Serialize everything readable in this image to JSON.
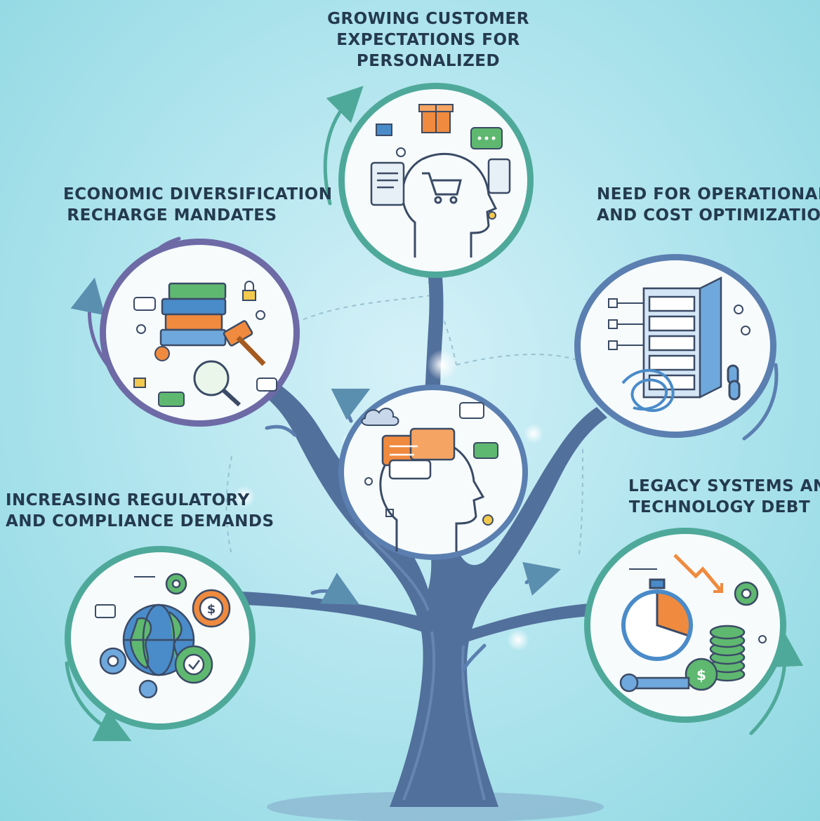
{
  "labels": {
    "customer": [
      "GROWING CUSTOMER",
      "EXPECTATIONS FOR",
      "PERSONALIZED"
    ],
    "economic": [
      "ECONOMIC DIVERSIFICATION",
      "RECHARGE MANDATES"
    ],
    "operational": [
      "NEED FOR OPERATIONAL",
      "AND COST OPTIMIZATION"
    ],
    "regulatory": [
      "INCREASING REGULATORY",
      "AND COMPLIANCE DEMANDS"
    ],
    "legacy": [
      "LEGACY SYSTEMS AND",
      "TECHNOLOGY DEBT"
    ]
  },
  "icons": {
    "customer": [
      "head-profile-icon",
      "shopping-cart-icon",
      "gift-icon",
      "chat-bubble-icon",
      "tablet-icon",
      "smartphone-icon"
    ],
    "economic": [
      "books-icon",
      "gavel-icon",
      "magnifier-icon",
      "padlock-icon",
      "chat-bubble-icon"
    ],
    "operational": [
      "server-rack-icon",
      "knot-icon",
      "chain-link-icon"
    ],
    "center": [
      "head-profile-icon",
      "speech-bubbles-icon",
      "cloud-icon",
      "chat-bubble-icon"
    ],
    "regulatory": [
      "globe-icon",
      "gear-icon",
      "dollar-gear-icon",
      "checkmark-gear-icon"
    ],
    "legacy": [
      "stopwatch-icon",
      "down-trend-arrow-icon",
      "coin-stack-icon",
      "wrench-icon",
      "dollar-coin-icon",
      "gear-icon"
    ]
  },
  "colors": {
    "trunk": "#4f6f9c",
    "ring_teal": "#4fa99a",
    "ring_purple": "#6d6aa6",
    "ring_blue": "#5b7fb0",
    "accent_orange": "#f08a3e",
    "accent_green": "#5fb870",
    "text": "#243a4f"
  }
}
